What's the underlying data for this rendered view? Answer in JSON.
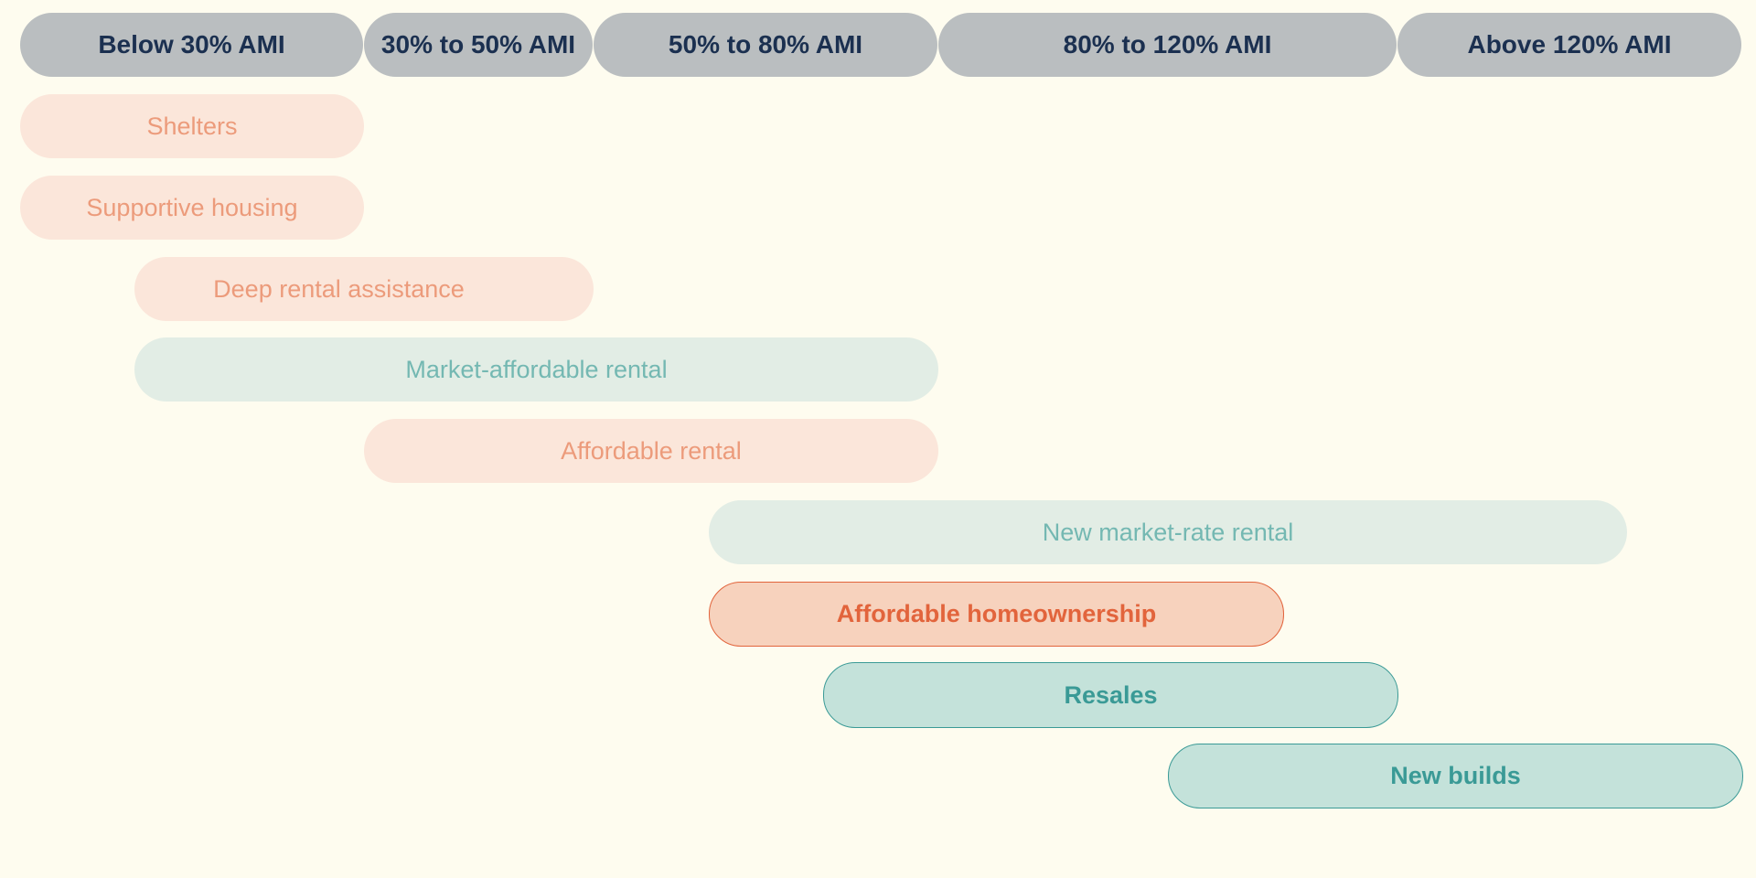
{
  "colors": {
    "background": "#fefcef",
    "header_fill": "#babec0",
    "header_text": "#1b3050",
    "rental_light_fill": "#fbe6da",
    "rental_light_text": "#ec9b7b",
    "market_light_fill": "#e2ede5",
    "market_light_text": "#74b8b2",
    "homeownership_fill": "#f7d2bd",
    "homeownership_accent": "#e2643c",
    "owner_market_fill": "#c4e2da",
    "owner_market_accent": "#3a9a96"
  },
  "headers": [
    {
      "label": "Below 30% AMI"
    },
    {
      "label": "30% to 50% AMI"
    },
    {
      "label": "50% to 80% AMI"
    },
    {
      "label": "80% to 120% AMI"
    },
    {
      "label": "Above 120% AMI"
    }
  ],
  "bars": [
    {
      "label": "Shelters"
    },
    {
      "label": "Supportive housing"
    },
    {
      "label": "Deep rental assistance"
    },
    {
      "label": "Market-affordable rental"
    },
    {
      "label": "Affordable rental"
    },
    {
      "label": "New market-rate rental"
    },
    {
      "label": "Affordable homeownership"
    },
    {
      "label": "Resales"
    },
    {
      "label": "New builds"
    }
  ]
}
